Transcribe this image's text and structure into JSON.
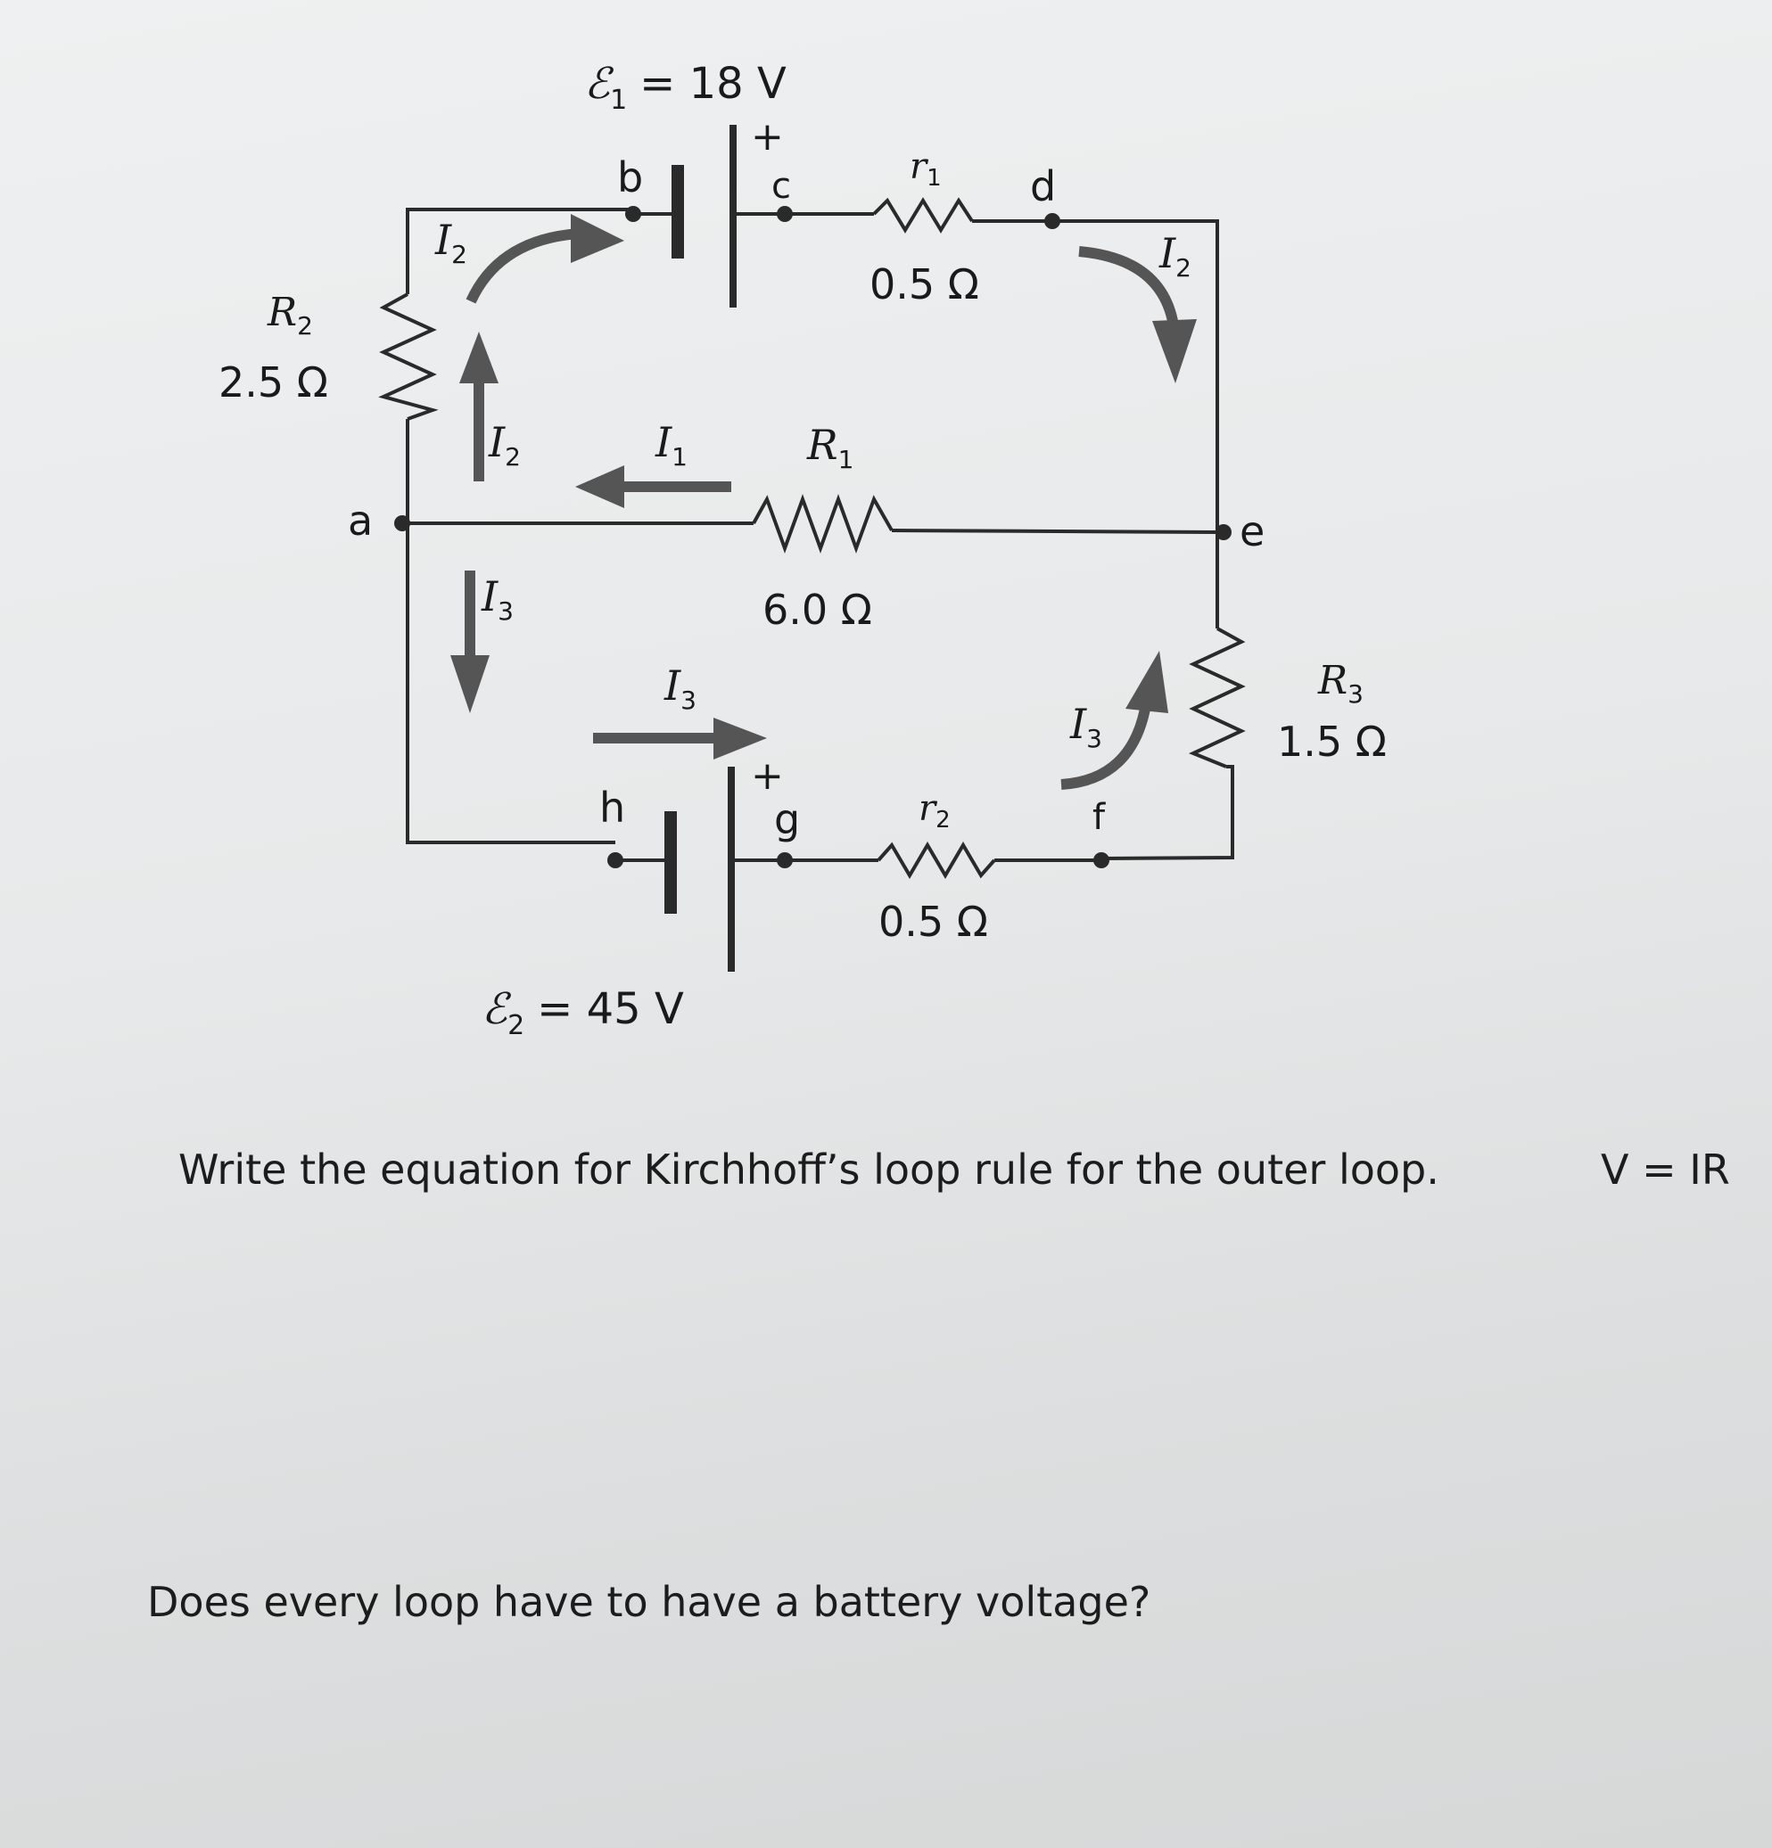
{
  "circuit": {
    "emf1": {
      "symbol": "ℰ",
      "sub": "1",
      "value": "= 18 V",
      "plus": "+"
    },
    "emf2": {
      "symbol": "ℰ",
      "sub": "2",
      "value": "= 45 V",
      "plus": "+"
    },
    "r1": {
      "symbol": "r",
      "sub": "1",
      "value": "0.5 Ω"
    },
    "r2": {
      "symbol": "r",
      "sub": "2",
      "value": "0.5 Ω"
    },
    "R1": {
      "symbol": "R",
      "sub": "1",
      "value": "6.0 Ω"
    },
    "R2": {
      "symbol": "R",
      "sub": "2",
      "value": "2.5 Ω"
    },
    "R3": {
      "symbol": "R",
      "sub": "3",
      "value": "1.5 Ω"
    },
    "nodes": {
      "a": "a",
      "b": "b",
      "c": "c",
      "d": "d",
      "e": "e",
      "f": "f",
      "g": "g",
      "h": "h"
    },
    "currents": {
      "I1": {
        "symbol": "I",
        "sub": "1"
      },
      "I2": {
        "symbol": "I",
        "sub": "2"
      },
      "I3": {
        "symbol": "I",
        "sub": "3"
      }
    }
  },
  "questions": {
    "q1": "Write the equation for Kirchhoff’s loop rule for the outer loop.",
    "formula": "V = IR",
    "q2": "Does every loop have to have a battery voltage?"
  }
}
